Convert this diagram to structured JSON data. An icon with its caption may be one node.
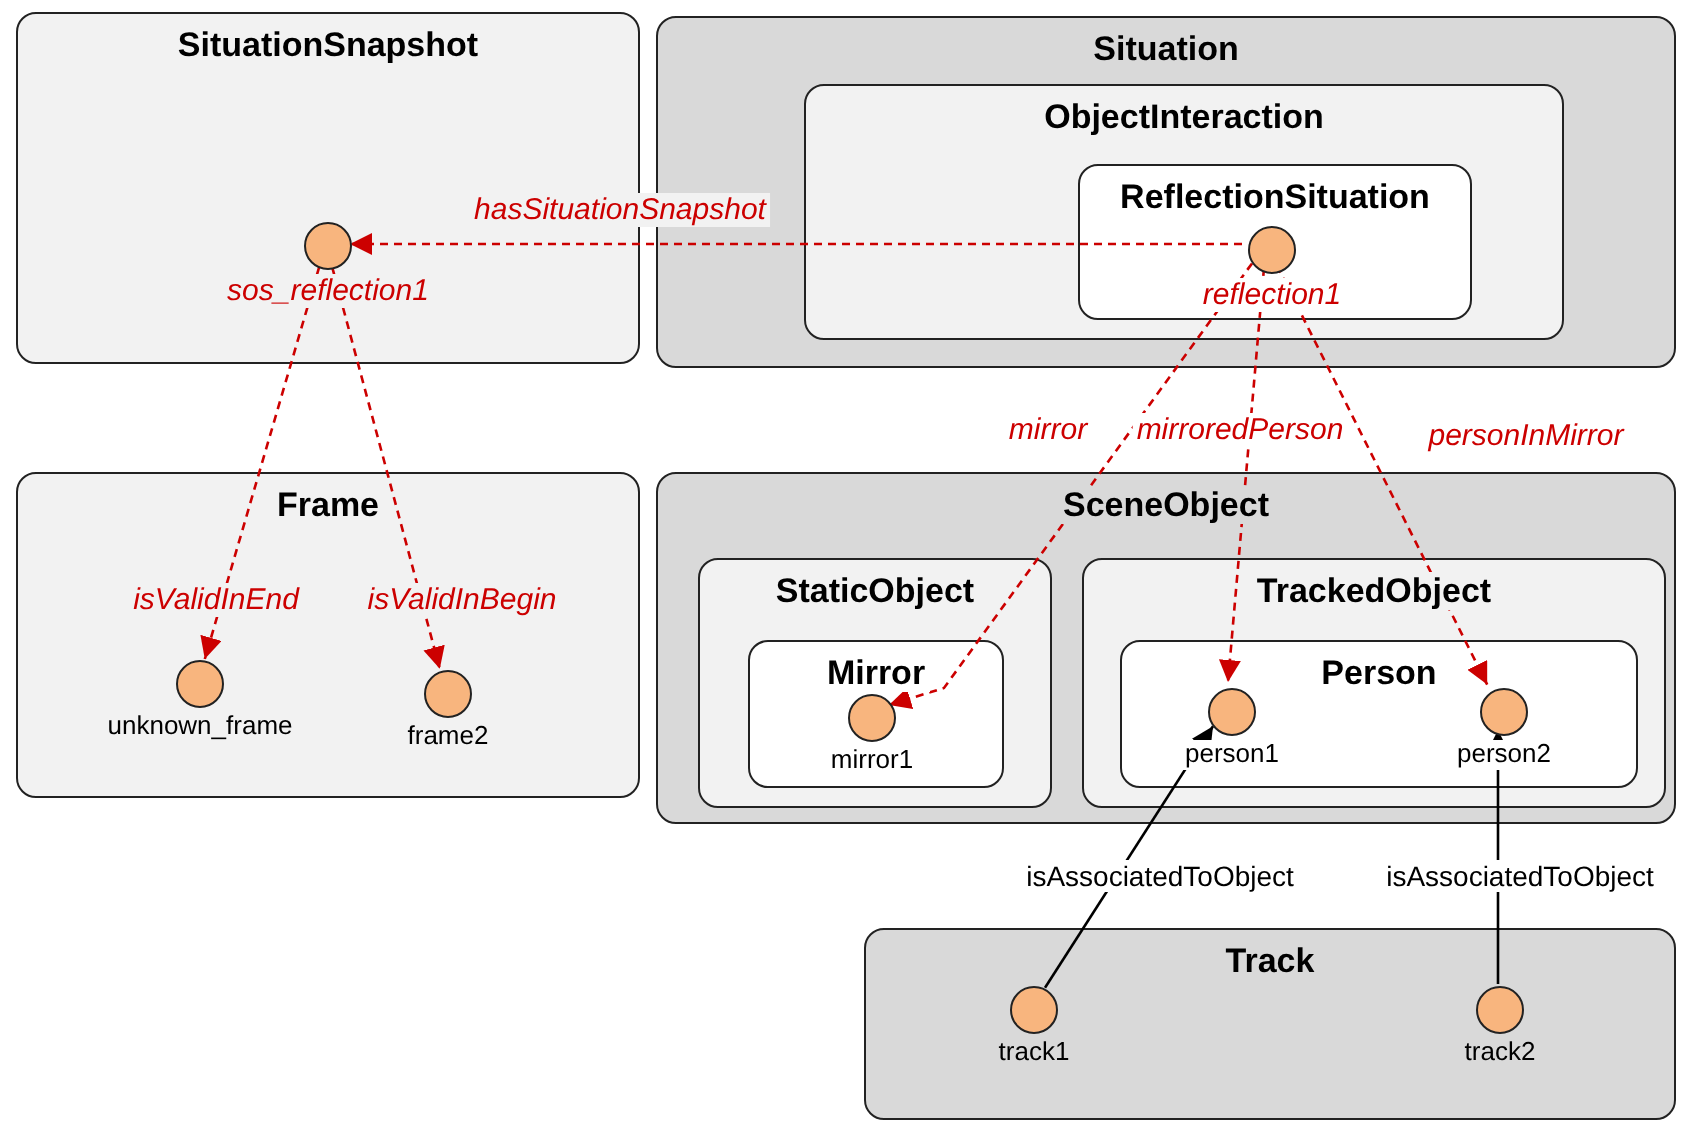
{
  "diagram": {
    "nodes": [
      {
        "text": [
          "SituationSnapshot"
        ]
      },
      {
        "text": [],
        "shape": "circle",
        "in": 0,
        "beside": [
          "sos_reflection1"
        ]
      },
      {
        "text": [
          "Situation"
        ]
      },
      {
        "text": [
          "ObjectInteraction"
        ],
        "in": 2
      },
      {
        "text": [
          "ReflectionSituation"
        ],
        "in": 3
      },
      {
        "text": [],
        "shape": "circle",
        "in": 4,
        "beside": [
          "reflection1"
        ]
      },
      {
        "text": [
          "Frame"
        ]
      },
      {
        "text": [],
        "shape": "circle",
        "in": 6,
        "beside": [
          "unknown_frame"
        ]
      },
      {
        "text": [],
        "shape": "circle",
        "in": 6,
        "beside": [
          "frame2"
        ]
      },
      {
        "text": [
          "SceneObject"
        ]
      },
      {
        "text": [
          "StaticObject"
        ],
        "in": 9
      },
      {
        "text": [
          "Mirror"
        ],
        "in": 10
      },
      {
        "text": [],
        "shape": "circle",
        "in": 11,
        "beside": [
          "mirror1"
        ]
      },
      {
        "text": [
          "TrackedObject"
        ],
        "in": 9
      },
      {
        "text": [
          "Person"
        ],
        "in": 13
      },
      {
        "text": [],
        "shape": "circle",
        "in": 14,
        "beside": [
          "person1"
        ]
      },
      {
        "text": [],
        "shape": "circle",
        "in": 14,
        "beside": [
          "person2"
        ]
      },
      {
        "text": [
          "Track"
        ]
      },
      {
        "text": [],
        "shape": "circle",
        "in": 17,
        "beside": [
          "track1"
        ]
      },
      {
        "text": [],
        "shape": "circle",
        "in": 17,
        "beside": [
          "track2"
        ]
      }
    ],
    "edges": [
      {
        "from": 5,
        "to": 1,
        "arrow": "to",
        "label": "hasSituationSnapshot",
        "style": "dashed"
      },
      {
        "from": 1,
        "to": 7,
        "arrow": "to",
        "label": "isValidInEnd",
        "style": "dashed"
      },
      {
        "from": 1,
        "to": 8,
        "arrow": "to",
        "label": "isValidInBegin",
        "style": "dashed"
      },
      {
        "from": 5,
        "to": 12,
        "arrow": "to",
        "label": "mirror",
        "style": "dashed"
      },
      {
        "from": 5,
        "to": 15,
        "arrow": "to",
        "label": "mirroredPerson",
        "style": "dashed"
      },
      {
        "from": 5,
        "to": 16,
        "arrow": "to",
        "label": "personInMirror",
        "style": "dashed"
      },
      {
        "from": 18,
        "to": 15,
        "arrow": "to",
        "label": "isAssociatedToObject",
        "color": "#000000"
      },
      {
        "from": 19,
        "to": 16,
        "arrow": "to",
        "label": "isAssociatedToObject",
        "color": "#000000"
      }
    ]
  }
}
